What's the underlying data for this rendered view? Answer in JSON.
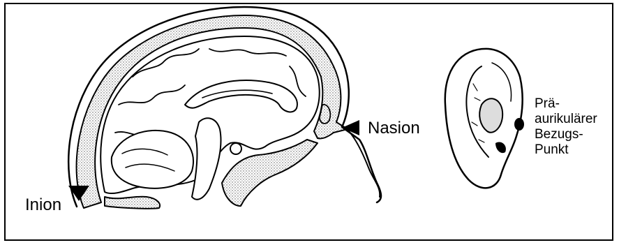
{
  "labels": {
    "nasion": "Nasion",
    "inion": "Inion",
    "preauricular": [
      "Prä-",
      "aurikulärer",
      "Bezugs-",
      "Punkt"
    ]
  },
  "colors": {
    "ink": "#000000",
    "background": "#ffffff",
    "stipple": "#bdbdbd"
  }
}
